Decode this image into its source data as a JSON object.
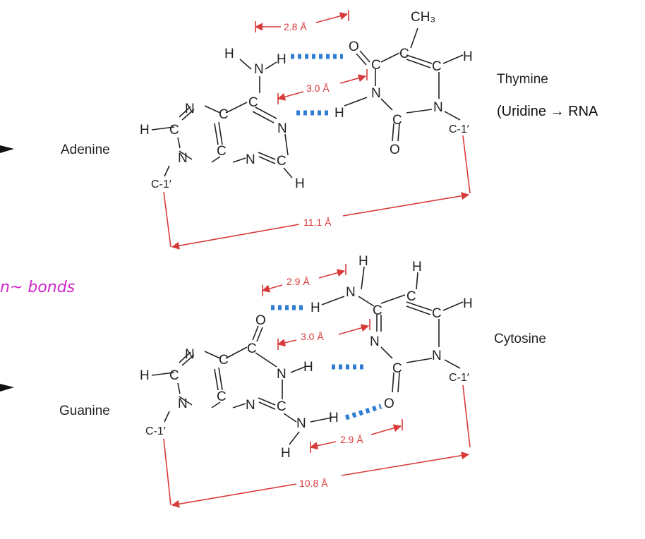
{
  "bases": {
    "adenine": "Adenine",
    "thymine": "Thymine",
    "guanine": "Guanine",
    "cytosine": "Cytosine"
  },
  "rna_note": "(Uridine →   RNA",
  "handwritten_note": "n~ bonds",
  "distances": {
    "at_top": "2.8 Å",
    "at_mid": "3.0 Å",
    "at_span": "11.1 Å",
    "gc_top": "2.9 Å",
    "gc_mid": "3.0 Å",
    "gc_bottom": "2.9 Å",
    "gc_span": "10.8 Å"
  },
  "atoms": {
    "H": "H",
    "N": "N",
    "C": "C",
    "O": "O",
    "CH3": "CH₃",
    "C1": "C-1′"
  },
  "colors": {
    "hbond": "#2f7ed1",
    "distance": "#d83a3a",
    "note": "#d026c9"
  }
}
